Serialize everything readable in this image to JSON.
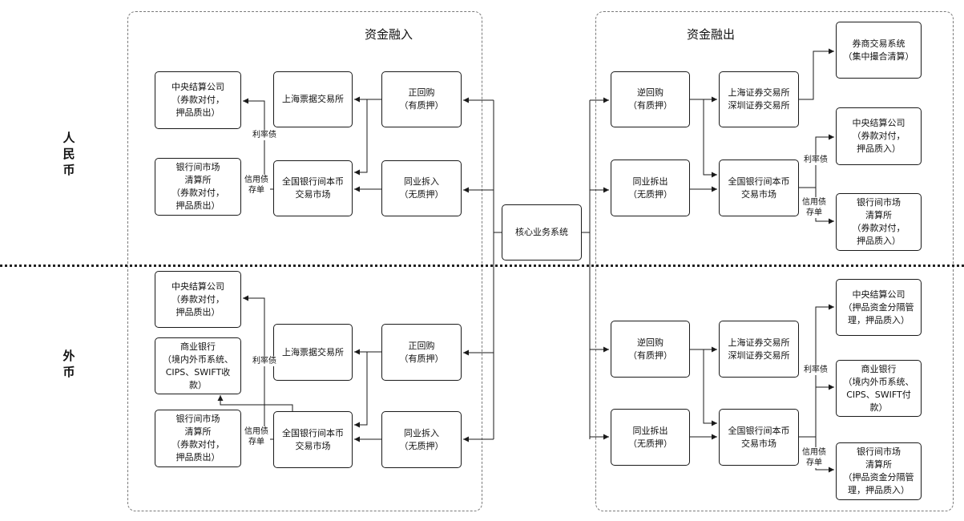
{
  "regions": {
    "inflow_title": "资金融入",
    "outflow_title": "资金融出"
  },
  "rows": {
    "rmb": "人民币",
    "fx": "外币"
  },
  "nodes": {
    "core": "核心业务系统",
    "rmb_in_repo": "正回购\n（有质押）",
    "rmb_in_call": "同业拆入\n（无质押）",
    "rmb_in_shanghai_bill": "上海票据交易所",
    "rmb_in_cfets": "全国银行间本币\n交易市场",
    "rmb_in_ccdc": "中央结算公司\n（券款对付，\n押品质出）",
    "rmb_in_shclearing": "银行间市场\n清算所\n（券款对付，\n押品质出）",
    "rmb_out_reverse_repo": "逆回购\n（有质押）",
    "rmb_out_call": "同业拆出\n（无质押）",
    "rmb_out_exchanges": "上海证券交易所\n深圳证券交易所",
    "rmb_out_cfets": "全国银行间本币\n交易市场",
    "rmb_out_broker": "券商交易系统\n（集中撮合清算）",
    "rmb_out_ccdc": "中央结算公司\n（券款对付，\n押品质入）",
    "rmb_out_shclearing": "银行间市场\n清算所\n（券款对付，\n押品质入）",
    "fx_in_repo": "正回购\n（有质押）",
    "fx_in_call": "同业拆入\n（无质押）",
    "fx_in_shanghai_bill": "上海票据交易所",
    "fx_in_cfets": "全国银行间本币\n交易市场",
    "fx_in_ccdc": "中央结算公司\n（券款对付，\n押品质出）",
    "fx_in_commercial_bank": "商业银行\n（境内外币系统、\nCIPS、SWIFT收\n款）",
    "fx_in_shclearing": "银行间市场\n清算所\n（券款对付，\n押品质出）",
    "fx_out_reverse_repo": "逆回购\n（有质押）",
    "fx_out_call": "同业拆出\n（无质押）",
    "fx_out_exchanges": "上海证券交易所\n深圳证券交易所",
    "fx_out_cfets": "全国银行间本币\n交易市场",
    "fx_out_ccdc": "中央结算公司\n（押品资金分隔管\n理，押品质入）",
    "fx_out_commercial_bank": "商业银行\n（境内外币系统、\nCIPS、SWIFT付\n款）",
    "fx_out_shclearing": "银行间市场\n清算所\n（押品资金分隔管\n理，押品质入）"
  },
  "edge_labels": {
    "rmb_in_rate_bond": "利率债",
    "rmb_in_credit_bond": "信用债\n存单",
    "rmb_out_rate_bond": "利率债",
    "rmb_out_credit_bond": "信用债\n存单",
    "fx_in_rate_bond": "利率债",
    "fx_in_credit_bond": "信用债\n存单",
    "fx_out_rate_bond": "利率债",
    "fx_out_credit_bond": "信用债\n存单"
  }
}
